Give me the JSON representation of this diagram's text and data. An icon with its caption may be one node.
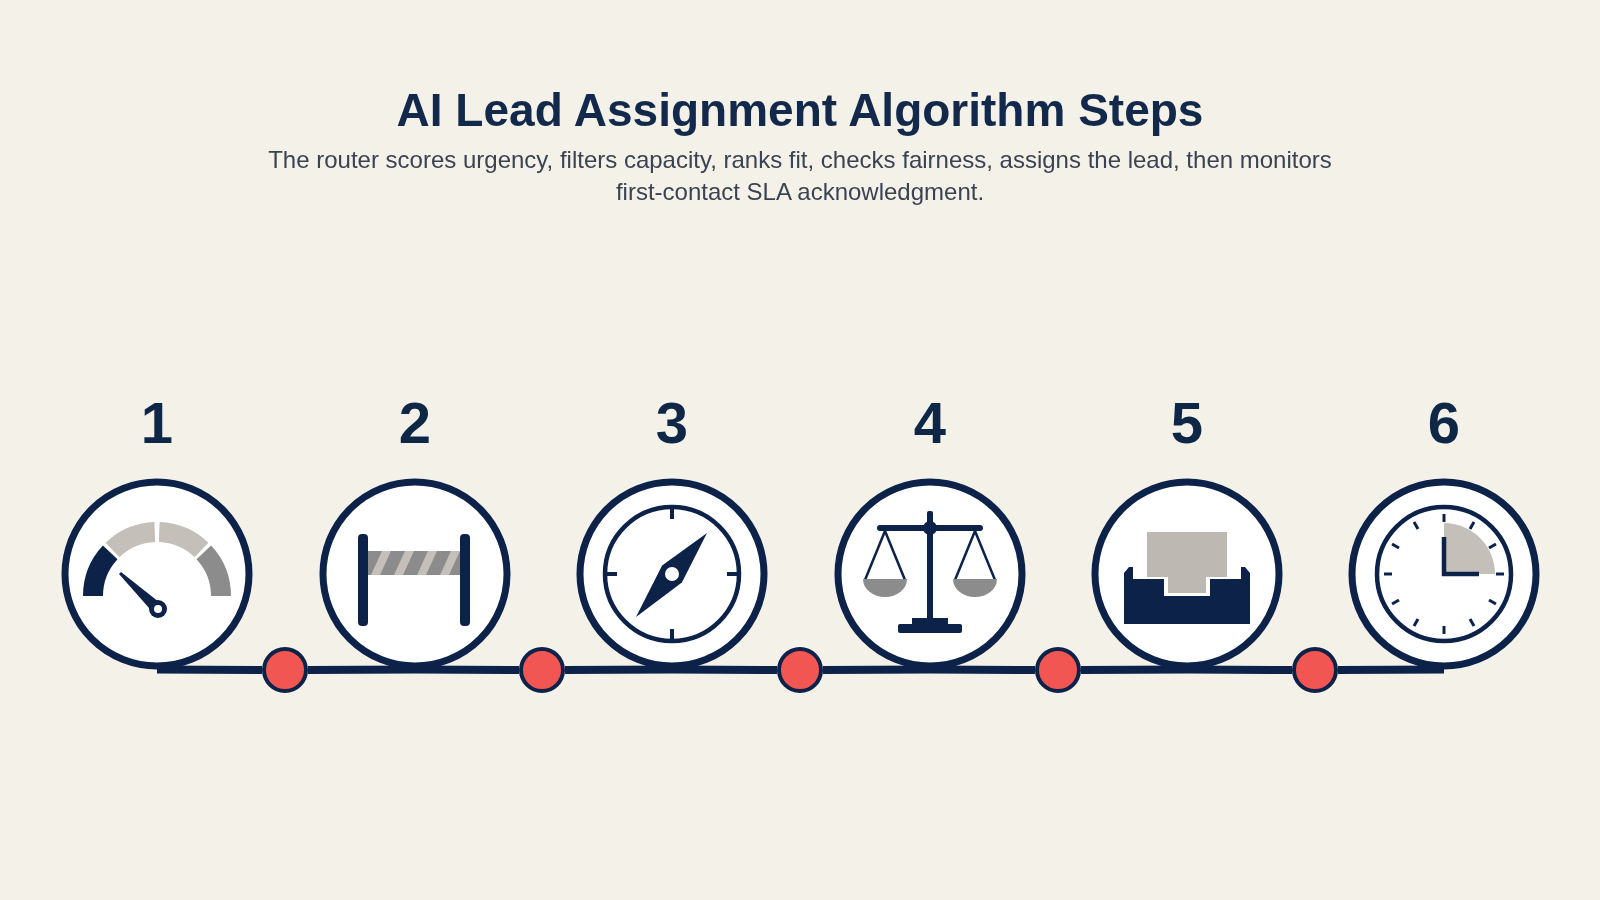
{
  "diagram": {
    "title": "AI Lead Assignment Algorithm Steps",
    "nodes": [
      {
        "text": [
          "1"
        ]
      },
      {
        "text": [],
        "shape": "circle"
      },
      {
        "text": [
          "2"
        ]
      },
      {
        "text": [],
        "shape": "circle"
      },
      {
        "text": [
          "3"
        ]
      },
      {
        "text": [],
        "shape": "circle"
      },
      {
        "text": [
          "4"
        ]
      },
      {
        "text": [],
        "shape": "circle"
      },
      {
        "text": [
          "5"
        ]
      },
      {
        "text": [],
        "shape": "circle"
      },
      {
        "text": [
          "6"
        ]
      }
    ],
    "edges": [
      {
        "from": 0,
        "to": 1,
        "arrow": "none"
      },
      {
        "from": 1,
        "to": 2,
        "arrow": "none"
      },
      {
        "from": 2,
        "to": 3,
        "arrow": "none"
      },
      {
        "from": 3,
        "to": 4,
        "arrow": "none"
      },
      {
        "from": 4,
        "to": 5,
        "arrow": "none"
      },
      {
        "from": 5,
        "to": 6,
        "arrow": "none"
      },
      {
        "from": 6,
        "to": 7,
        "arrow": "none"
      },
      {
        "from": 7,
        "to": 8,
        "arrow": "none"
      },
      {
        "from": 8,
        "to": 9,
        "arrow": "none"
      },
      {
        "from": 9,
        "to": 10,
        "arrow": "none"
      }
    ],
    "labels": [
      "The router scores urgency, filters capacity, ranks fit, checks fairness, assigns the lead, then monitors first-contact SLA acknowledgment."
    ]
  }
}
